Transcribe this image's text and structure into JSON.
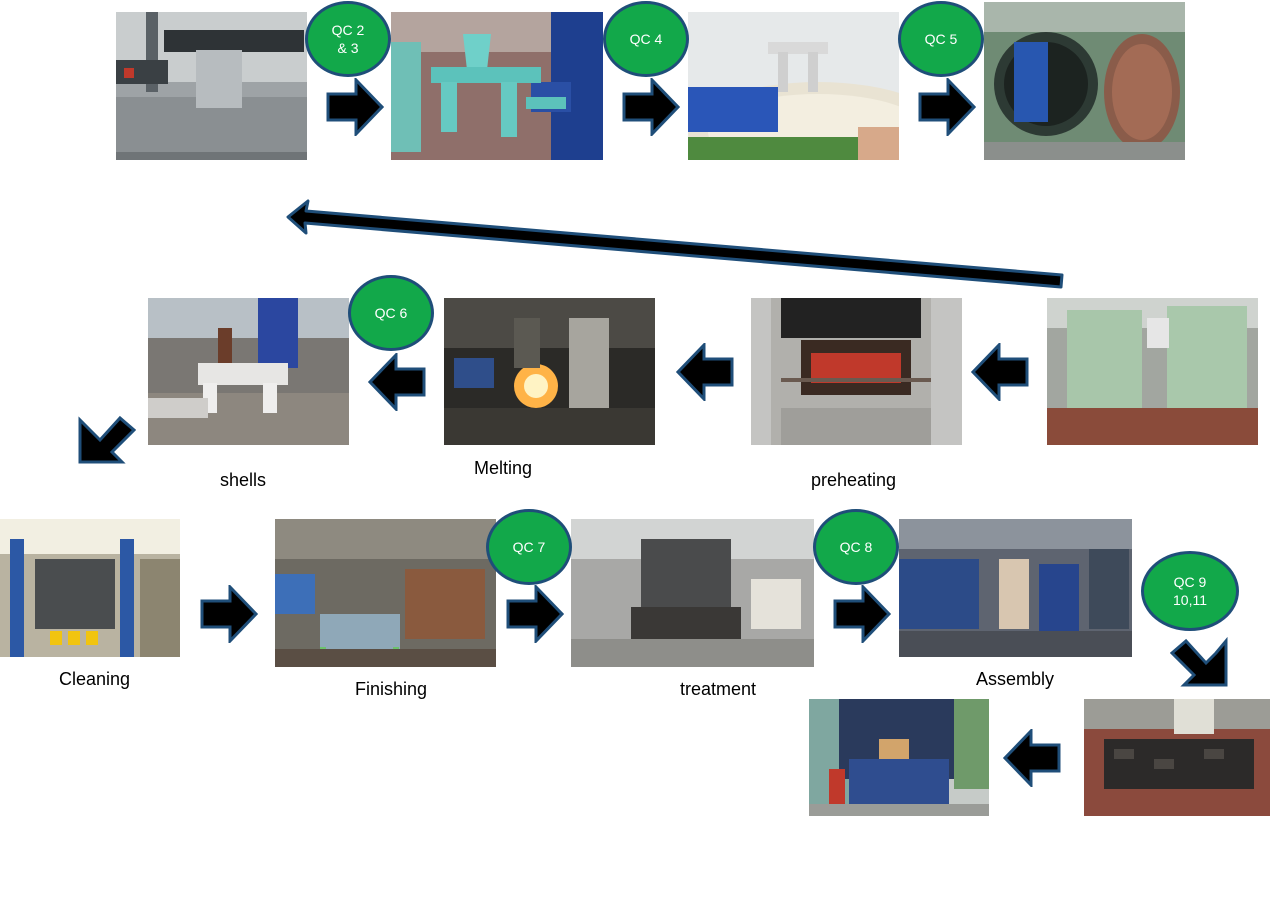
{
  "badges": {
    "qc_2_3": "QC 2\n& 3",
    "qc_4": "QC 4",
    "qc_5": "QC 5",
    "qc_6": "QC 6",
    "qc_7": "QC 7",
    "qc_8": "QC 8",
    "qc_9_10_11": "QC 9\n10,11"
  },
  "labels": {
    "shells": "shells",
    "melting": "Melting",
    "preheating": "preheating",
    "cleaning": "Cleaning",
    "finishing": "Finishing",
    "treatment": "treatment",
    "assembly": "Assembly"
  },
  "colors": {
    "badge_fill": "#12a84a",
    "badge_border": "#1f4e79",
    "arrow_fill": "#000000",
    "arrow_outline": "#1f4e79"
  },
  "icons": {
    "arrow": "block-arrow-icon",
    "return_arrow": "long-return-arrow-icon"
  }
}
